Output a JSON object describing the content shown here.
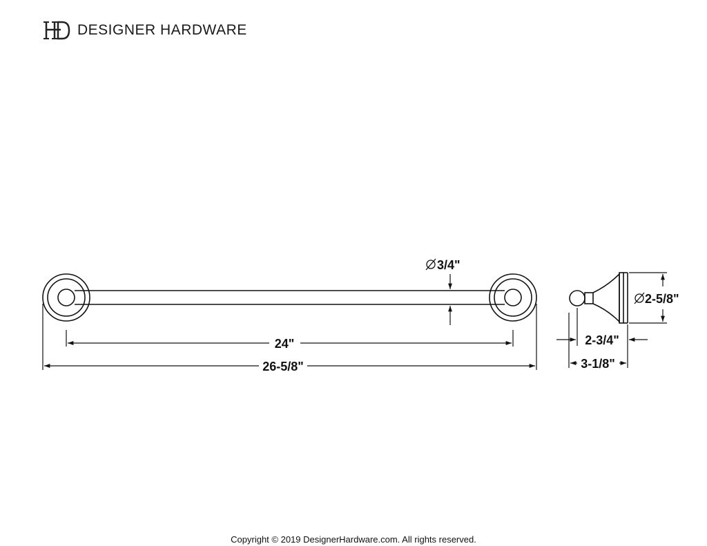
{
  "header": {
    "logo_monogram": "DH",
    "brand_name": "DESIGNER HARDWARE"
  },
  "drawing": {
    "bar_diameter": "3/4\"",
    "bar_length": "24\"",
    "overall_length": "26-5/8\"",
    "post_diameter": "2-5/8\"",
    "projection_inner": "2-3/4\"",
    "projection_overall": "3-1/8\""
  },
  "footer": {
    "copyright": "Copyright © 2019 DesignerHardware.com. All rights reserved."
  }
}
